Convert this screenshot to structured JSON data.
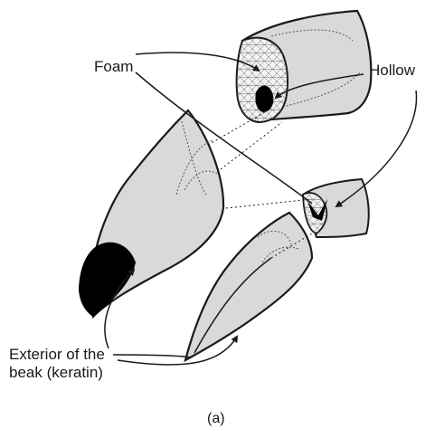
{
  "labels": {
    "foam": "Foam",
    "hollow": "Hollow",
    "exterior_line1": "Exterior of the",
    "exterior_line2": "beak (keratin)"
  },
  "caption": "(a)",
  "colors": {
    "shell_fill": "#d9d9d9",
    "outline": "#1a1a1a",
    "hollow_fill": "#000000",
    "foam_mesh": "#555555"
  }
}
